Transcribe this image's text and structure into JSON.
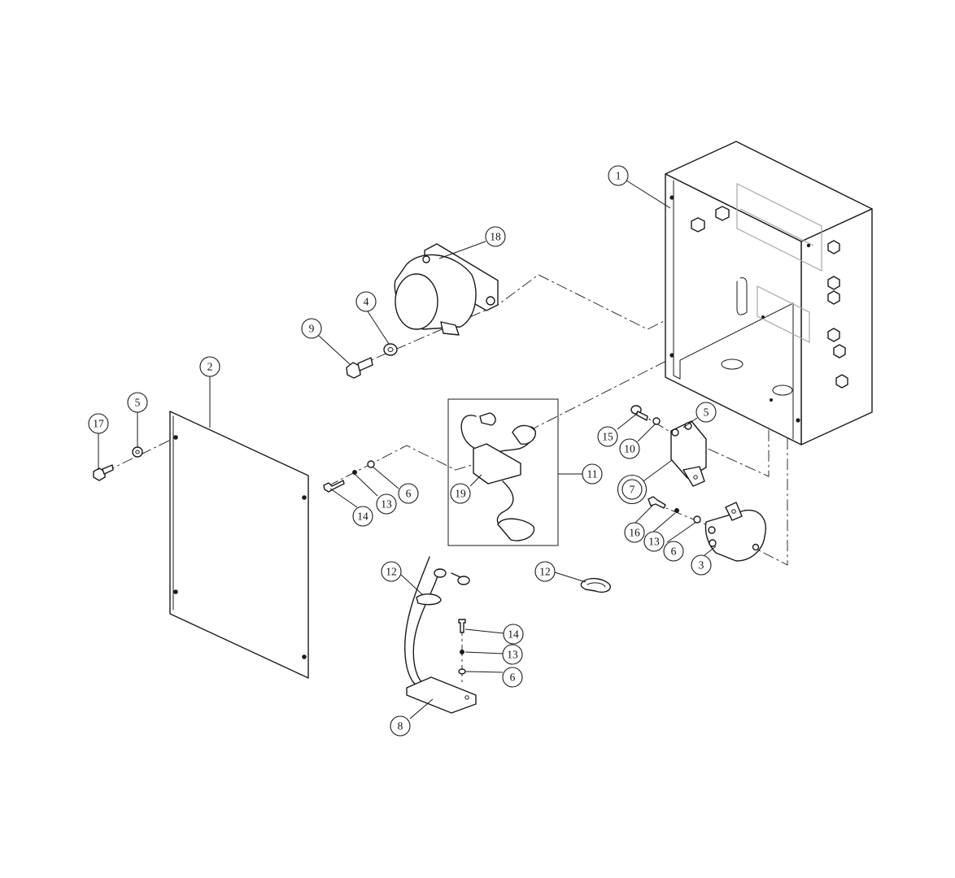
{
  "diagram": {
    "callouts": [
      {
        "id": "c1",
        "label": "1",
        "leader_to": "enclosure"
      },
      {
        "id": "c2",
        "label": "2",
        "leader_to": "cover-plate"
      },
      {
        "id": "c3",
        "label": "3",
        "leader_to": "solenoid"
      },
      {
        "id": "c4",
        "label": "4",
        "leader_to": "washer"
      },
      {
        "id": "c5a",
        "label": "5",
        "leader_to": "washer"
      },
      {
        "id": "c5b",
        "label": "5",
        "leader_to": "washer"
      },
      {
        "id": "c6a",
        "label": "6",
        "leader_to": "washer"
      },
      {
        "id": "c6b",
        "label": "6",
        "leader_to": "washer"
      },
      {
        "id": "c6c",
        "label": "6",
        "leader_to": "washer"
      },
      {
        "id": "c7",
        "label": "7",
        "leader_to": "circuit-breaker"
      },
      {
        "id": "c8",
        "label": "8",
        "leader_to": "cable-assembly"
      },
      {
        "id": "c9",
        "label": "9",
        "leader_to": "bolt"
      },
      {
        "id": "c10",
        "label": "10",
        "leader_to": "washer"
      },
      {
        "id": "c11",
        "label": "11",
        "leader_to": "harness-kit"
      },
      {
        "id": "c12a",
        "label": "12",
        "leader_to": "cable-clamp"
      },
      {
        "id": "c12b",
        "label": "12",
        "leader_to": "cable-clamp"
      },
      {
        "id": "c13a",
        "label": "13",
        "leader_to": "lock-washer"
      },
      {
        "id": "c13b",
        "label": "13",
        "leader_to": "lock-washer"
      },
      {
        "id": "c13c",
        "label": "13",
        "leader_to": "lock-washer"
      },
      {
        "id": "c14a",
        "label": "14",
        "leader_to": "screw"
      },
      {
        "id": "c14b",
        "label": "14",
        "leader_to": "screw"
      },
      {
        "id": "c15",
        "label": "15",
        "leader_to": "screw"
      },
      {
        "id": "c16",
        "label": "16",
        "leader_to": "screw"
      },
      {
        "id": "c17",
        "label": "17",
        "leader_to": "screw"
      },
      {
        "id": "c18",
        "label": "18",
        "leader_to": "motor"
      },
      {
        "id": "c19",
        "label": "19",
        "leader_to": "harness-block"
      }
    ],
    "highlighted_callout": "c7",
    "colors": {
      "line": "#1a1a1a",
      "ghost": "#a8a8a8",
      "highlight": "#d9251c",
      "background": "#ffffff"
    }
  }
}
